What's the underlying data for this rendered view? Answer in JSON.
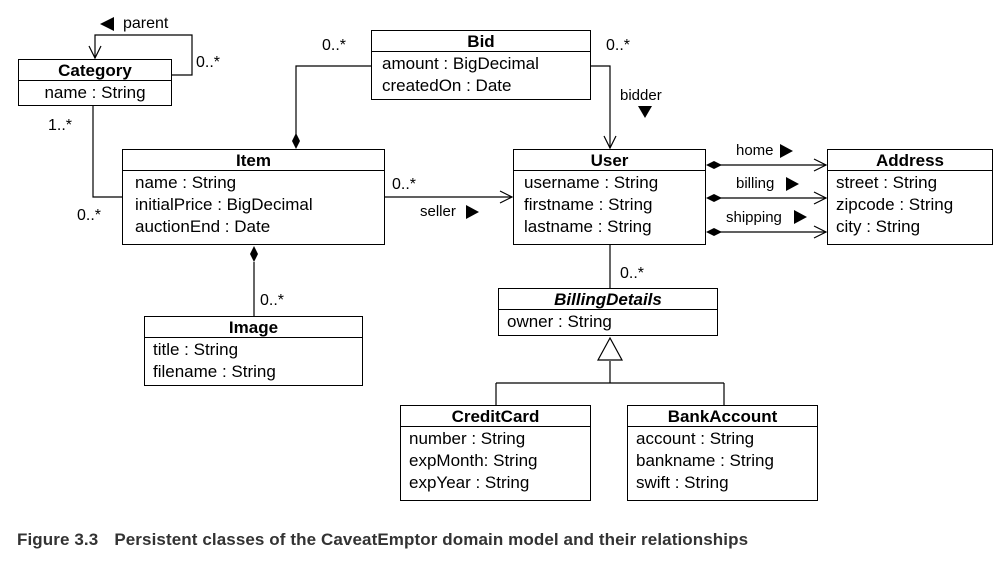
{
  "classes": {
    "category": {
      "name": "Category",
      "abstract": false,
      "attributes": [
        "name : String"
      ]
    },
    "bid": {
      "name": "Bid",
      "abstract": false,
      "attributes": [
        "amount : BigDecimal",
        "createdOn : Date"
      ]
    },
    "item": {
      "name": "Item",
      "abstract": false,
      "attributes": [
        "name : String",
        "initialPrice : BigDecimal",
        "auctionEnd : Date"
      ]
    },
    "user": {
      "name": "User",
      "abstract": false,
      "attributes": [
        "username : String",
        "firstname : String",
        "lastname : String"
      ]
    },
    "address": {
      "name": "Address",
      "abstract": false,
      "attributes": [
        "street : String",
        "zipcode : String",
        "city : String"
      ]
    },
    "image": {
      "name": "Image",
      "abstract": false,
      "attributes": [
        "title : String",
        "filename : String"
      ]
    },
    "billing_details": {
      "name": "BillingDetails",
      "abstract": true,
      "attributes": [
        "owner : String"
      ]
    },
    "credit_card": {
      "name": "CreditCard",
      "abstract": false,
      "attributes": [
        "number : String",
        "expMonth: String",
        "expYear : String"
      ]
    },
    "bank_account": {
      "name": "BankAccount",
      "abstract": false,
      "attributes": [
        "account : String",
        "bankname : String",
        "swift : String"
      ]
    }
  },
  "associations": {
    "parent": {
      "name": "parent",
      "multiplicity": "0..*"
    },
    "category_item": {
      "category_end": "1..*",
      "item_end": "0..*"
    },
    "item_bid": {
      "bid_end": "0..*"
    },
    "bidder": {
      "name": "bidder",
      "bid_end": "0..*"
    },
    "seller": {
      "name": "seller",
      "item_end": "0..*"
    },
    "home": {
      "name": "home"
    },
    "billing": {
      "name": "billing"
    },
    "shipping": {
      "name": "shipping"
    },
    "item_image": {
      "image_end": "0..*"
    },
    "user_billing": {
      "billing_end": "0..*"
    }
  },
  "caption": {
    "number": "Figure 3.3",
    "text": "Persistent classes of the CaveatEmptor domain model and their relationships"
  }
}
